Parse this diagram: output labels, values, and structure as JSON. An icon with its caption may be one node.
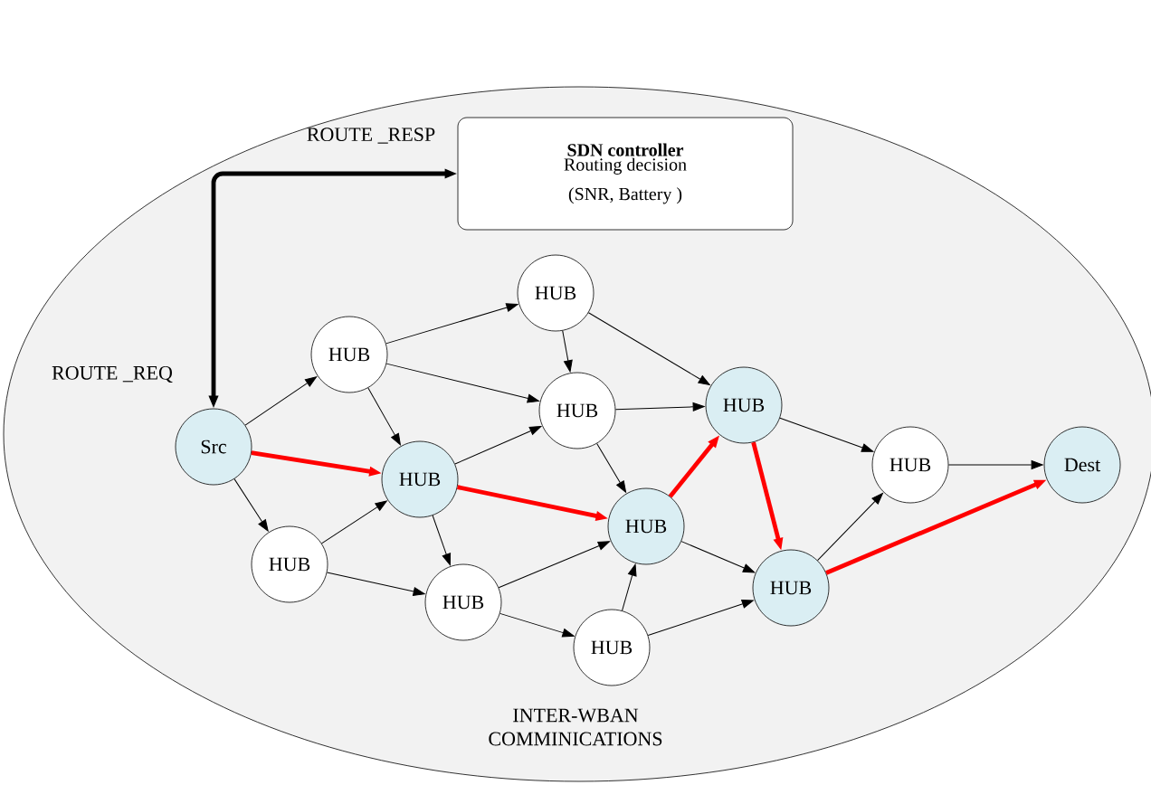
{
  "diagram": {
    "nodes": [
      {
        "text": [
          "INTER-WBAN COMMINICATIONS"
        ]
      },
      {
        "text": [
          "SDN controller",
          "Routing decision (SNR, Battery )"
        ],
        "in": 0
      },
      {
        "text": [
          "Src"
        ],
        "in": 0
      },
      {
        "text": [
          "HUB"
        ],
        "in": 0
      },
      {
        "text": [
          "HUB"
        ],
        "in": 0
      },
      {
        "text": [
          "HUB"
        ],
        "in": 0
      },
      {
        "text": [
          "HUB"
        ],
        "in": 0
      },
      {
        "text": [
          "HUB"
        ],
        "in": 0
      },
      {
        "text": [
          "HUB"
        ],
        "in": 0
      },
      {
        "text": [
          "HUB"
        ],
        "in": 0
      },
      {
        "text": [
          "HUB"
        ],
        "in": 0
      },
      {
        "text": [
          "HUB"
        ],
        "in": 0
      },
      {
        "text": [
          "HUB"
        ],
        "in": 0
      },
      {
        "text": [
          "HUB"
        ],
        "in": 0
      },
      {
        "text": [
          "Dest"
        ],
        "in": 0
      }
    ],
    "edges": [
      {
        "from": 2,
        "to": 1,
        "arrow": "both",
        "style": "thick"
      },
      {
        "from": 2,
        "to": 3,
        "arrow": "to"
      },
      {
        "from": 2,
        "to": 5,
        "arrow": "to",
        "style": "thick",
        "color": "#ff0000"
      },
      {
        "from": 2,
        "to": 7,
        "arrow": "to"
      },
      {
        "from": 3,
        "to": 4,
        "arrow": "to"
      },
      {
        "from": 3,
        "to": 6,
        "arrow": "to"
      },
      {
        "from": 3,
        "to": 5,
        "arrow": "to"
      },
      {
        "from": 4,
        "to": 6,
        "arrow": "to"
      },
      {
        "from": 4,
        "to": 10,
        "arrow": "to"
      },
      {
        "from": 5,
        "to": 6,
        "arrow": "to"
      },
      {
        "from": 5,
        "to": 9,
        "arrow": "to",
        "style": "thick",
        "color": "#ff0000"
      },
      {
        "from": 5,
        "to": 8,
        "arrow": "to"
      },
      {
        "from": 6,
        "to": 10,
        "arrow": "to"
      },
      {
        "from": 6,
        "to": 9,
        "arrow": "to"
      },
      {
        "from": 7,
        "to": 5,
        "arrow": "to"
      },
      {
        "from": 7,
        "to": 8,
        "arrow": "to"
      },
      {
        "from": 8,
        "to": 9,
        "arrow": "to"
      },
      {
        "from": 8,
        "to": 11,
        "arrow": "to"
      },
      {
        "from": 11,
        "to": 9,
        "arrow": "to"
      },
      {
        "from": 11,
        "to": 12,
        "arrow": "to"
      },
      {
        "from": 9,
        "to": 10,
        "arrow": "to",
        "style": "thick",
        "color": "#ff0000"
      },
      {
        "from": 9,
        "to": 12,
        "arrow": "to"
      },
      {
        "from": 10,
        "to": 12,
        "arrow": "to",
        "style": "thick",
        "color": "#ff0000"
      },
      {
        "from": 10,
        "to": 13,
        "arrow": "to"
      },
      {
        "from": 12,
        "to": 13,
        "arrow": "to"
      },
      {
        "from": 12,
        "to": 14,
        "arrow": "to",
        "style": "thick",
        "color": "#ff0000"
      },
      {
        "from": 13,
        "to": 14,
        "arrow": "to"
      }
    ],
    "labels": [
      "ROUTE _RESP",
      "ROUTE _REQ"
    ]
  }
}
